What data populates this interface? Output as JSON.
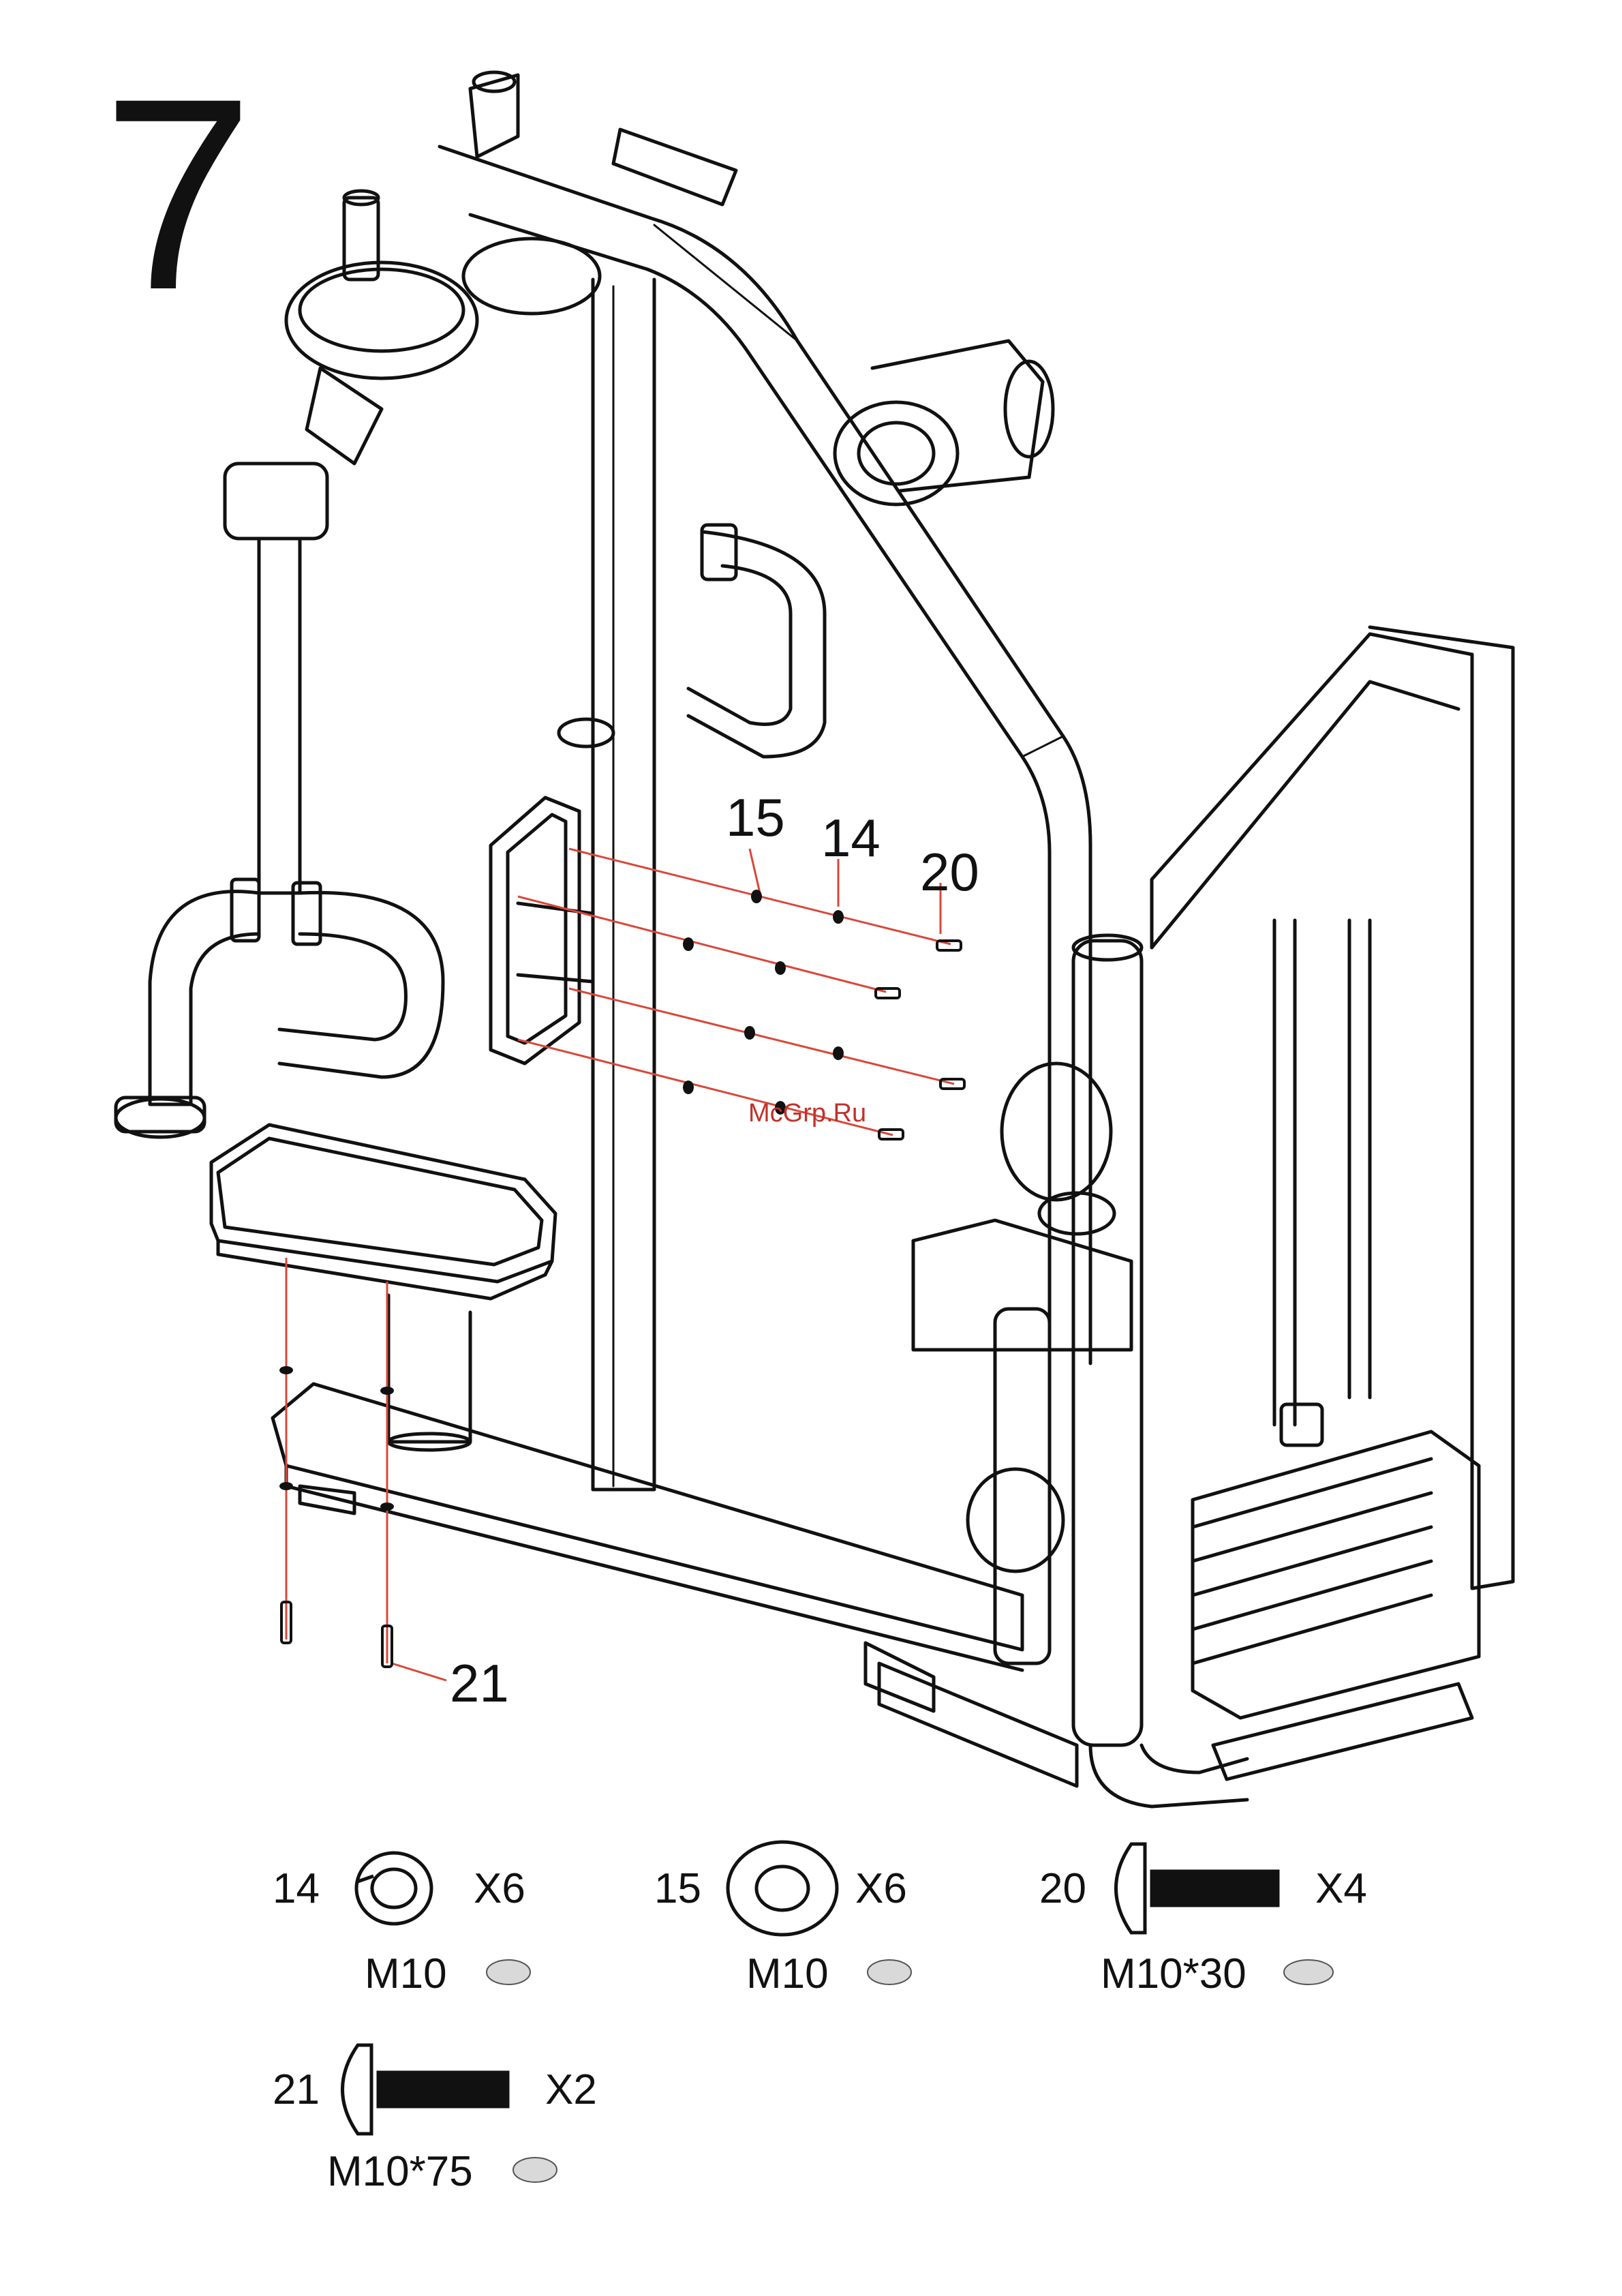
{
  "step_number": "7",
  "callouts": [
    "15",
    "14",
    "20",
    "21"
  ],
  "watermark": "McGrp.Ru",
  "hardware": [
    {
      "number": "14",
      "qty": "X6",
      "size": "M10",
      "icon": "spring-washer-icon"
    },
    {
      "number": "15",
      "qty": "X6",
      "size": "M10",
      "icon": "flat-washer-icon"
    },
    {
      "number": "20",
      "qty": "X4",
      "size": "M10*30",
      "icon": "bolt-short-icon"
    },
    {
      "number": "21",
      "qty": "X2",
      "size": "M10*75",
      "icon": "bolt-long-icon"
    }
  ],
  "colors": {
    "line": "#111111",
    "guide": "#d9473a",
    "dot": "#d9d9d9"
  }
}
